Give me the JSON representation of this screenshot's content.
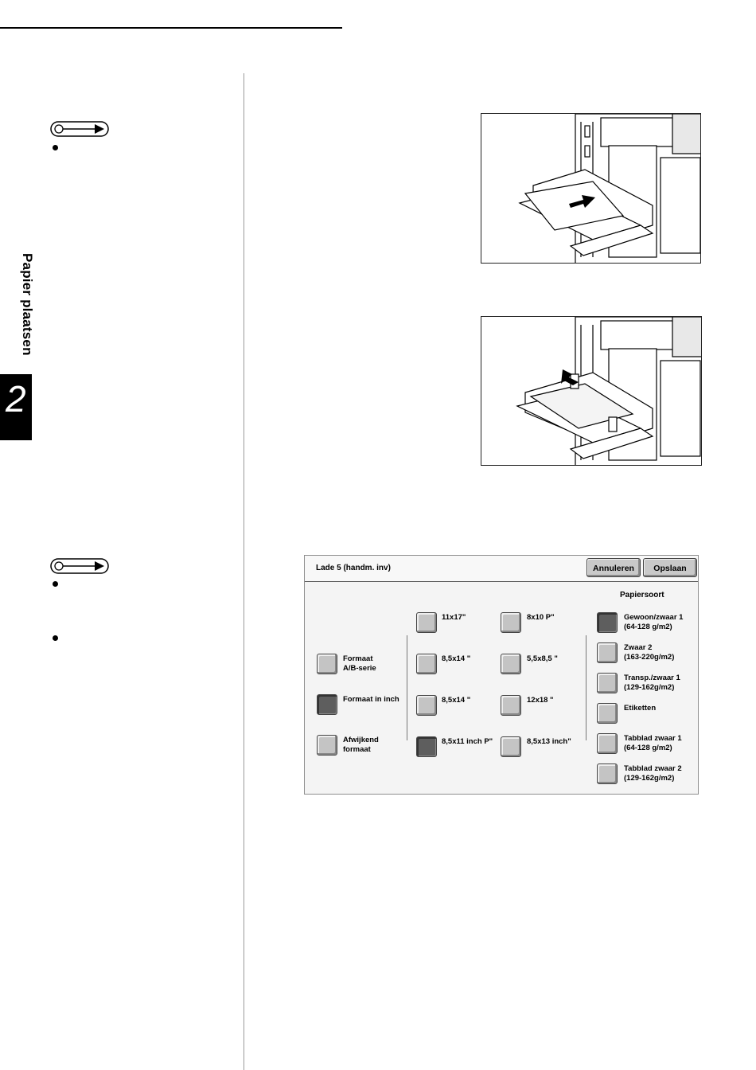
{
  "sidebar": {
    "section_title": "Papier plaatsen",
    "chapter_number": "2"
  },
  "panel": {
    "title": "Lade 5 (handm. inv)",
    "cancel_label": "Annuleren",
    "save_label": "Opslaan",
    "papersoort_heading": "Papiersoort",
    "format_options": [
      {
        "label": "Formaat\nA/B-serie",
        "selected": false
      },
      {
        "label": "Formaat in inch",
        "selected": true
      },
      {
        "label": "Afwijkend\nformaat",
        "selected": false
      }
    ],
    "size_col1": [
      {
        "label": "11x17\"",
        "selected": false
      },
      {
        "label": "8,5x14 \"",
        "selected": false
      },
      {
        "label": "8,5x14 \"",
        "selected": false
      },
      {
        "label": "8,5x11 inch P\"",
        "selected": true
      }
    ],
    "size_col2": [
      {
        "label": "8x10  P\"",
        "selected": false
      },
      {
        "label": "5,5x8,5 \"",
        "selected": false
      },
      {
        "label": "12x18 \"",
        "selected": false
      },
      {
        "label": "8,5x13 inch\"",
        "selected": false
      }
    ],
    "paper_types": [
      {
        "label": "Gewoon/zwaar 1\n(64-128 g/m2)",
        "selected": true
      },
      {
        "label": "Zwaar 2\n(163-220g/m2)",
        "selected": false
      },
      {
        "label": "Transp./zwaar 1\n(129-162g/m2)",
        "selected": false
      },
      {
        "label": "Etiketten",
        "selected": false
      },
      {
        "label": "Tabblad zwaar 1\n(64-128 g/m2)",
        "selected": false
      },
      {
        "label": "Tabblad zwaar 2\n(129-162g/m2)",
        "selected": false
      }
    ]
  },
  "colors": {
    "selected_button": "#5e5e5e",
    "unselected_button": "#c4c4c4",
    "chapter_tab": "#000000"
  }
}
